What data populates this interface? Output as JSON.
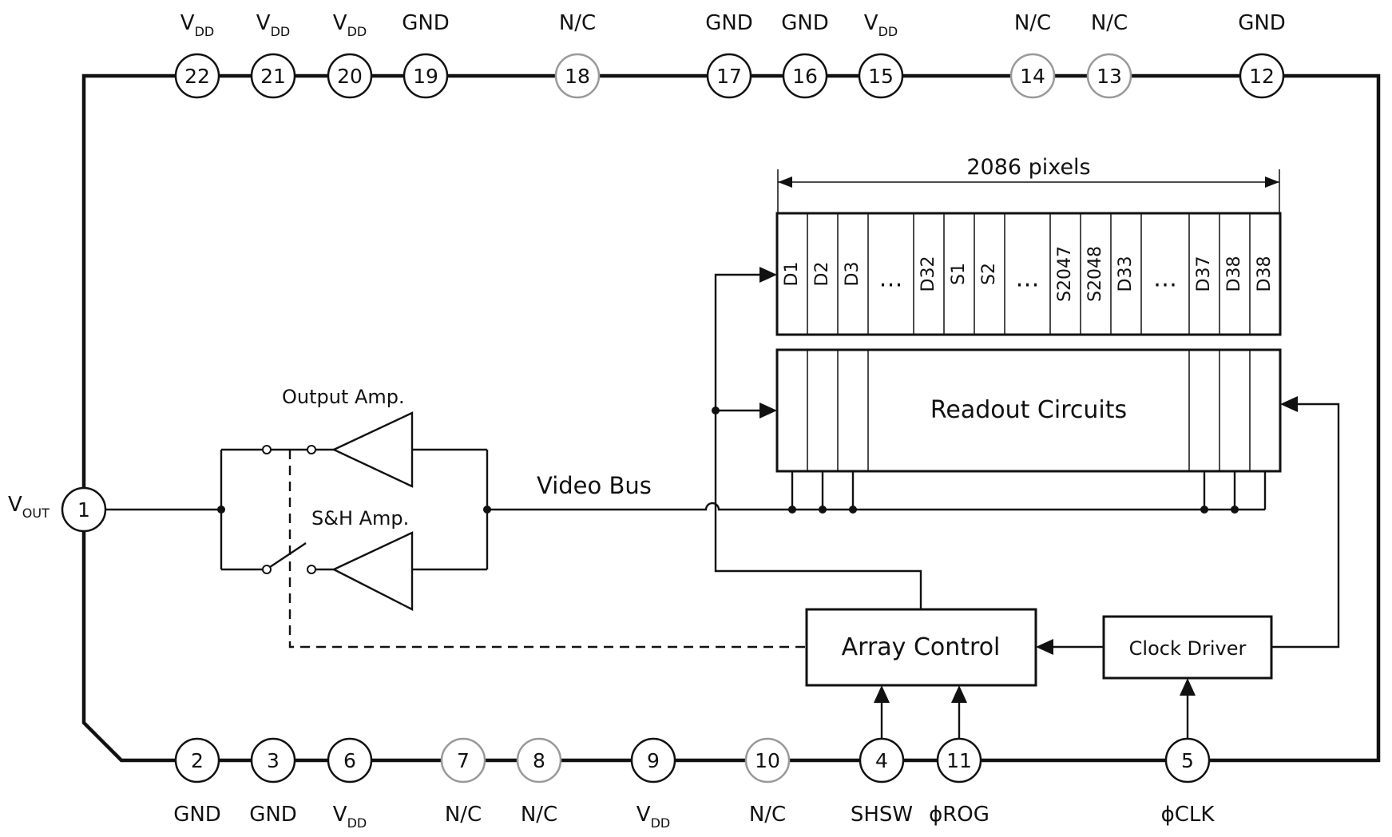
{
  "pins_top": [
    {
      "num": "22",
      "label": "V",
      "sub": "DD",
      "nc": false
    },
    {
      "num": "21",
      "label": "V",
      "sub": "DD",
      "nc": false
    },
    {
      "num": "20",
      "label": "V",
      "sub": "DD",
      "nc": false
    },
    {
      "num": "19",
      "label": "GND",
      "sub": "",
      "nc": false
    },
    {
      "num": "18",
      "label": "N/C",
      "sub": "",
      "nc": true
    },
    {
      "num": "17",
      "label": "GND",
      "sub": "",
      "nc": false
    },
    {
      "num": "16",
      "label": "GND",
      "sub": "",
      "nc": false
    },
    {
      "num": "15",
      "label": "V",
      "sub": "DD",
      "nc": false
    },
    {
      "num": "14",
      "label": "N/C",
      "sub": "",
      "nc": true
    },
    {
      "num": "13",
      "label": "N/C",
      "sub": "",
      "nc": true
    },
    {
      "num": "12",
      "label": "GND",
      "sub": "",
      "nc": false
    }
  ],
  "pins_bottom": [
    {
      "num": "2",
      "label": "GND",
      "sub": "",
      "nc": false
    },
    {
      "num": "3",
      "label": "GND",
      "sub": "",
      "nc": false
    },
    {
      "num": "6",
      "label": "V",
      "sub": "DD",
      "nc": false
    },
    {
      "num": "7",
      "label": "N/C",
      "sub": "",
      "nc": true
    },
    {
      "num": "8",
      "label": "N/C",
      "sub": "",
      "nc": true
    },
    {
      "num": "9",
      "label": "V",
      "sub": "DD",
      "nc": false
    },
    {
      "num": "10",
      "label": "N/C",
      "sub": "",
      "nc": true
    },
    {
      "num": "4",
      "label": "SHSW",
      "sub": "",
      "nc": false
    },
    {
      "num": "11",
      "label": "ϕROG",
      "sub": "",
      "nc": false
    },
    {
      "num": "5",
      "label": "ϕCLK",
      "sub": "",
      "nc": false
    }
  ],
  "pin_left": {
    "num": "1",
    "label": "V",
    "sub": "OUT"
  },
  "pixels_label": "2086 pixels",
  "cells": [
    "D1",
    "D2",
    "D3",
    "…",
    "D32",
    "S1",
    "S2",
    "…",
    "S2047",
    "S2048",
    "D33",
    "…",
    "D37",
    "D38",
    "D38"
  ],
  "readout_label": "Readout Circuits",
  "output_amp_label": "Output Amp.",
  "sh_amp_label": "S&H Amp.",
  "video_bus_label": "Video Bus",
  "array_control_label": "Array Control",
  "clock_driver_label": "Clock Driver",
  "colors": {
    "line": "#111111",
    "nc_pin": "#999999"
  }
}
